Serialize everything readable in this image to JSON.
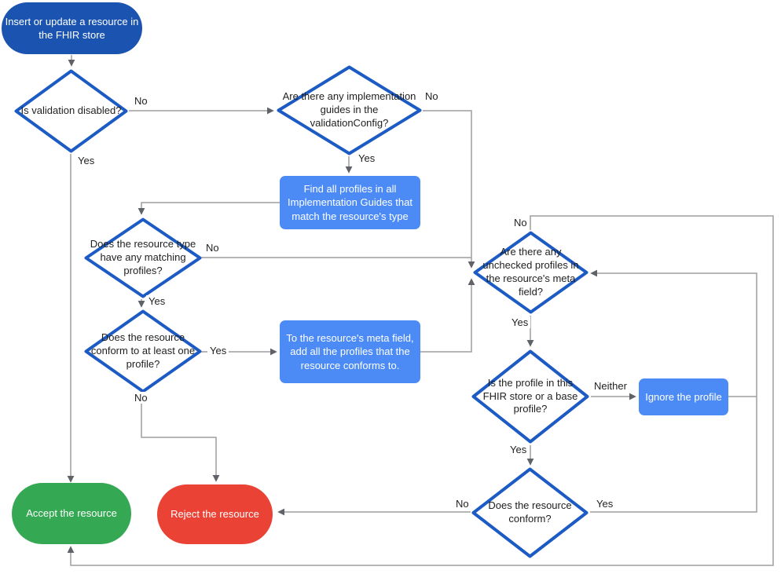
{
  "colors": {
    "start_fill": "#1a53b0",
    "process_fill": "#4c8bf5",
    "decision_border": "#1d5bc4",
    "decision_fill": "#ffffff",
    "accept_fill": "#34a853",
    "reject_fill": "#ea4335",
    "edge_line": "#9e9e9e",
    "arrowhead": "#5f6368",
    "node_text_dark": "#1f1f1f",
    "node_text_light": "#ffffff"
  },
  "nodes": {
    "start": {
      "type": "terminal",
      "label": "Insert or update a resource in the FHIR store"
    },
    "is_validation_disabled": {
      "type": "decision",
      "label": "Is validation disabled?"
    },
    "implementation_guides": {
      "type": "decision",
      "label": "Are there any implementation guides in the validationConfig?"
    },
    "find_profiles": {
      "type": "process",
      "label": "Find all profiles in all Implementation Guides that match the resource's type"
    },
    "matching_profiles": {
      "type": "decision",
      "label": "Does the resource type have any matching profiles?"
    },
    "conform_one_profile": {
      "type": "decision",
      "label": "Does the resource conform to at least one profile?"
    },
    "add_profiles_meta": {
      "type": "process",
      "label": "To the resource's meta field, add all the profiles that the resource conforms to."
    },
    "unchecked_profiles": {
      "type": "decision",
      "label": "Are there any unchecked profiles in the resource's meta field?"
    },
    "profile_in_store": {
      "type": "decision",
      "label": "Is the profile in this FHIR store or a base profile?"
    },
    "ignore_profile": {
      "type": "process",
      "label": "Ignore the profile"
    },
    "resource_conform": {
      "type": "decision",
      "label": "Does the resource conform?"
    },
    "accept": {
      "type": "terminal",
      "label": "Accept the resource"
    },
    "reject": {
      "type": "terminal",
      "label": "Reject the resource"
    }
  },
  "edge_labels": {
    "validation_no": "No",
    "validation_yes": "Yes",
    "guides_no": "No",
    "guides_yes": "Yes",
    "matching_no": "No",
    "matching_yes": "Yes",
    "conform_one_yes": "Yes",
    "conform_one_no": "No",
    "unchecked_no": "No",
    "unchecked_yes": "Yes",
    "profile_neither": "Neither",
    "profile_yes": "Yes",
    "resource_conform_no": "No",
    "resource_conform_yes": "Yes"
  }
}
